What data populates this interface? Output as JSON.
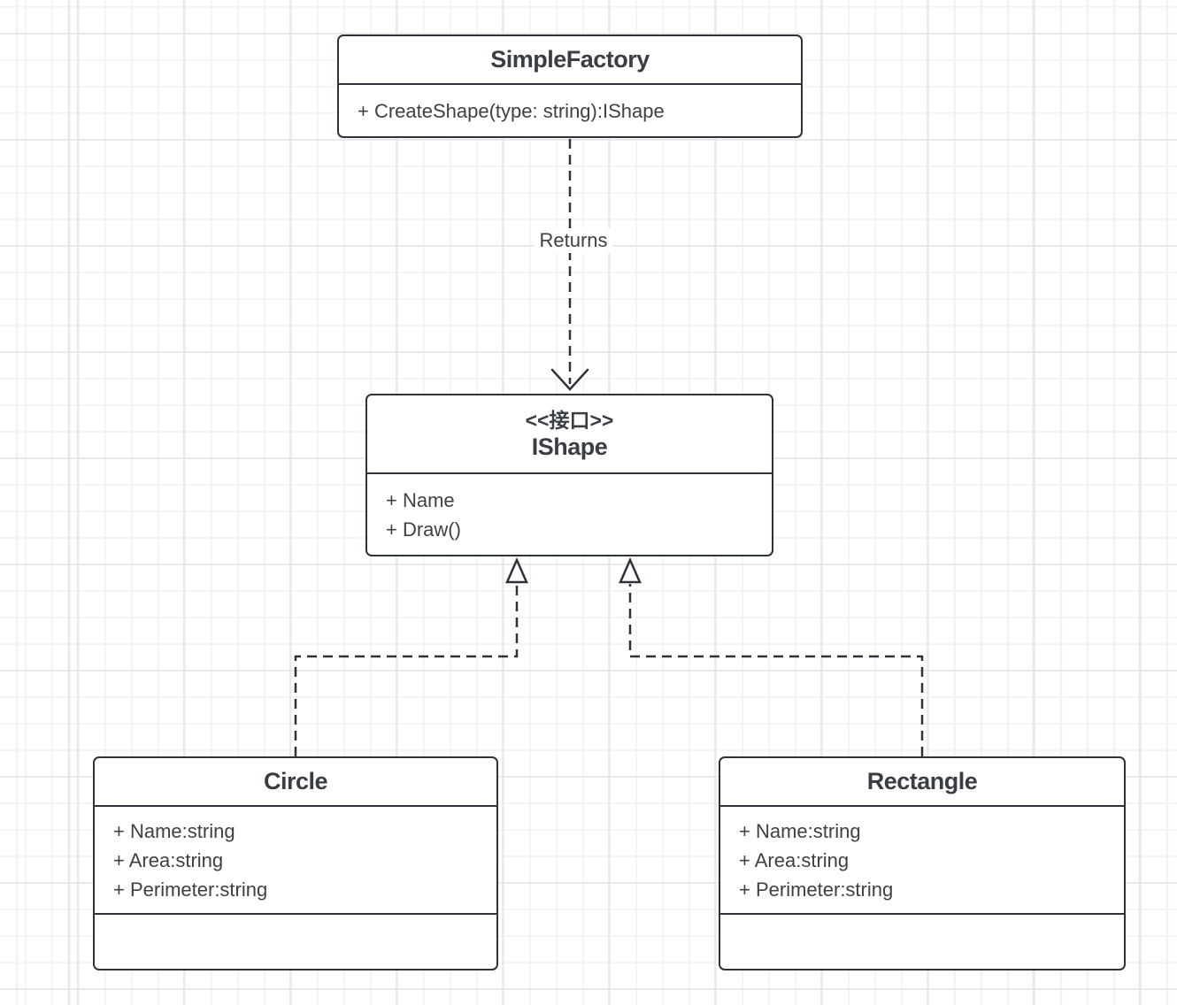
{
  "diagram": {
    "name": "simple-factory-uml-class-diagram",
    "colors": {
      "stroke": "#2e333b",
      "text": "#3d4146",
      "shape_fill": "#ffffff",
      "grid_minor": "#f3f3f4",
      "grid_major": "#e7e7e9"
    }
  },
  "classes": {
    "simple_factory": {
      "title": "SimpleFactory",
      "methods": [
        "+ CreateShape(type: string):IShape"
      ]
    },
    "ishape": {
      "stereotype": "<<接口>>",
      "title": "IShape",
      "attributes": [
        "+ Name",
        "+ Draw()"
      ]
    },
    "circle": {
      "title": "Circle",
      "attributes": [
        "+ Name:string",
        "+ Area:string",
        "+ Perimeter:string"
      ]
    },
    "rectangle": {
      "title": "Rectangle",
      "attributes": [
        "+ Name:string",
        "+ Area:string",
        "+ Perimeter:string"
      ]
    }
  },
  "edges": {
    "returns": {
      "label": "Returns",
      "from": "SimpleFactory",
      "to": "IShape",
      "style": "dashed",
      "arrow": "open"
    },
    "circle_realizes_ishape": {
      "from": "Circle",
      "to": "IShape",
      "style": "dashed",
      "arrow": "hollow-triangle"
    },
    "rectangle_realizes_ishape": {
      "from": "Rectangle",
      "to": "IShape",
      "style": "dashed",
      "arrow": "hollow-triangle"
    }
  }
}
